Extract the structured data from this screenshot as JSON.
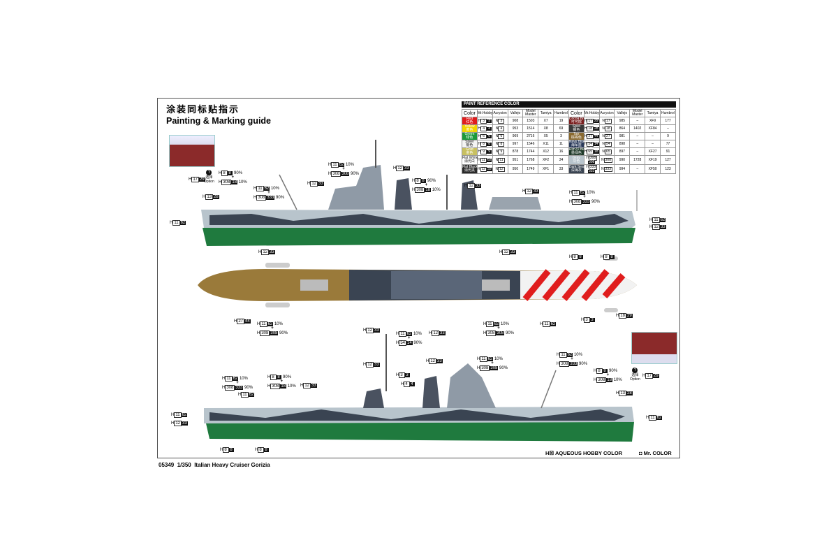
{
  "header": {
    "title_cn": "涂装同标贴指示",
    "title_en": "Painting & Marking guide"
  },
  "paint_table": {
    "title": "PAINT  REFERENCE COLOR",
    "columns": [
      "Color",
      "Mr.Hobby",
      "Acrysion",
      "Vallejo",
      "Model Master",
      "Tamiya",
      "Humbrol"
    ],
    "left": [
      {
        "name": "Red",
        "cn": "红色",
        "swatch": "#e01d1d",
        "h": [
          "3",
          "3"
        ],
        "n": "3",
        "vallejo": "908",
        "mm": "1503",
        "tamiya": "X7",
        "humbrol": "19"
      },
      {
        "name": "Yellow",
        "cn": "黄色",
        "swatch": "#f2d400",
        "h": [
          "4",
          "4"
        ],
        "n": "4",
        "vallejo": "953",
        "mm": "1514",
        "tamiya": "X8",
        "humbrol": "69"
      },
      {
        "name": "Green",
        "cn": "绿色",
        "swatch": "#1b9a3a",
        "h": [
          "6",
          "6"
        ],
        "n": "6",
        "vallejo": "969",
        "mm": "2716",
        "tamiya": "X5",
        "humbrol": "3"
      },
      {
        "name": "Silver",
        "cn": "银色",
        "swatch": "#f4f4f4",
        "h": [
          "8",
          "8"
        ],
        "n": "8",
        "vallejo": "997",
        "mm": "1546",
        "tamiya": "X11",
        "humbrol": "11"
      },
      {
        "name": "Gold",
        "cn": "金色",
        "swatch": "#c8c060",
        "h": [
          "9",
          "9"
        ],
        "n": "9",
        "vallejo": "878",
        "mm": "1744",
        "tamiya": "X12",
        "humbrol": "16"
      },
      {
        "name": "Flat White",
        "cn": "消光白",
        "swatch": "#ffffff",
        "h": [
          "11",
          "62"
        ],
        "n": "11",
        "vallejo": "951",
        "mm": "1768",
        "tamiya": "XF2",
        "humbrol": "34"
      },
      {
        "name": "Flat Black",
        "cn": "消光黑",
        "swatch": "#2a2a2a",
        "h": [
          "12",
          "33"
        ],
        "n": "12",
        "vallejo": "950",
        "mm": "1749",
        "tamiya": "XF1",
        "humbrol": "33"
      }
    ],
    "right": [
      {
        "name": "Cocoa Brown",
        "cn": "可可棕",
        "swatch": "#7a1f1f",
        "h": [
          "17",
          "29"
        ],
        "n": "17",
        "vallejo": "985",
        "mm": "–",
        "tamiya": "XF9",
        "humbrol": "177"
      },
      {
        "name": "Steel",
        "cn": "钢色",
        "swatch": "#3a3a3a",
        "h": [
          "18",
          "28"
        ],
        "n": "18",
        "vallejo": "864",
        "mm": "1402",
        "tamiya": "XF84",
        "humbrol": "–"
      },
      {
        "name": "Tan",
        "cn": "棕褐色",
        "swatch": "#8a6a30",
        "h": [
          "27",
          "44"
        ],
        "n": "27",
        "vallejo": "981",
        "mm": "–",
        "tamiya": "–",
        "humbrol": "9"
      },
      {
        "name": "Navy Blue",
        "cn": "海军蓝",
        "swatch": "#2a3a5a",
        "h": [
          "54",
          "14"
        ],
        "n": "54",
        "vallejo": "898",
        "mm": "–",
        "tamiya": "–",
        "humbrol": "77"
      },
      {
        "name": "Rlm70 Black Green",
        "cn": "墨绿色",
        "swatch": "#1f3a2a",
        "h": [
          "65",
          "18"
        ],
        "n": "65",
        "vallejo": "897",
        "mm": "–",
        "tamiya": "XF27",
        "humbrol": "91"
      },
      {
        "name": "Gray",
        "cn": "灰色",
        "swatch": "#b8c4cc",
        "h": [
          "308",
          "308"
        ],
        "n": "308",
        "vallejo": "990",
        "mm": "1728",
        "tamiya": "XF19",
        "humbrol": "127"
      },
      {
        "name": "Dark Seagray",
        "cn": "深海灰",
        "swatch": "#3a4452",
        "h": [
          "333",
          "333"
        ],
        "n": "333",
        "vallejo": "994",
        "mm": "–",
        "tamiya": "XF50",
        "humbrol": "123"
      }
    ]
  },
  "option": {
    "cn": "选择",
    "en": "Option"
  },
  "callouts": [
    {
      "lines": [
        [
          "17",
          "29",
          ""
        ]
      ]
    },
    {
      "lines": [
        [
          "8",
          "8",
          "90%"
        ],
        [
          "308",
          "18",
          "10%"
        ]
      ]
    },
    {
      "lines": [
        [
          "13",
          "28",
          ""
        ]
      ]
    },
    {
      "lines": [
        [
          "11",
          "62",
          ""
        ]
      ]
    },
    {
      "lines": [
        [
          "11",
          "62",
          "10%"
        ],
        [
          "308",
          "308",
          "90%"
        ]
      ]
    },
    {
      "lines": [
        [
          "12",
          "33",
          ""
        ]
      ]
    },
    {
      "lines": [
        [
          "11",
          "62",
          "10%"
        ],
        [
          "308",
          "333",
          "90%"
        ]
      ]
    },
    {
      "lines": [
        [
          "12",
          "33",
          ""
        ]
      ]
    },
    {
      "lines": [
        [
          "8",
          "8",
          "90%"
        ],
        [
          "308",
          "18",
          "10%"
        ]
      ]
    },
    {
      "lines": [
        [
          "12",
          "33",
          ""
        ]
      ]
    },
    {
      "lines": [
        [
          "12",
          "33",
          ""
        ]
      ]
    },
    {
      "lines": [
        [
          "11",
          "62",
          "10%"
        ],
        [
          "308",
          "333",
          "90%"
        ]
      ]
    },
    {
      "lines": [
        [
          "11",
          "62",
          ""
        ]
      ]
    },
    {
      "lines": [
        [
          "12",
          "33",
          ""
        ]
      ]
    },
    {
      "lines": [
        [
          "8",
          "8",
          ""
        ]
      ]
    },
    {
      "lines": [
        [
          "8",
          "8",
          ""
        ]
      ]
    },
    {
      "lines": [
        [
          "12",
          "33",
          ""
        ]
      ]
    },
    {
      "lines": [
        [
          "12",
          "33",
          ""
        ]
      ]
    },
    {
      "lines": [
        [
          "27",
          "44",
          ""
        ]
      ]
    },
    {
      "lines": [
        [
          "11",
          "62",
          "10%"
        ],
        [
          "308",
          "308",
          "90%"
        ]
      ]
    },
    {
      "lines": [
        [
          "12",
          "33",
          ""
        ]
      ]
    },
    {
      "lines": [
        [
          "11",
          "62",
          "10%"
        ],
        [
          "54",
          "14",
          "90%"
        ]
      ]
    },
    {
      "lines": [
        [
          "12",
          "33",
          ""
        ]
      ]
    },
    {
      "lines": [
        [
          "11",
          "62",
          "10%"
        ],
        [
          "308",
          "308",
          "90%"
        ]
      ]
    },
    {
      "lines": [
        [
          "11",
          "62",
          ""
        ]
      ]
    },
    {
      "lines": [
        [
          "3",
          "3",
          ""
        ]
      ]
    },
    {
      "lines": [
        [
          "18",
          "29",
          ""
        ]
      ]
    },
    {
      "lines": [
        [
          "12",
          "33",
          ""
        ]
      ]
    },
    {
      "lines": [
        [
          "3",
          "3",
          ""
        ]
      ]
    },
    {
      "lines": [
        [
          "12",
          "33",
          ""
        ]
      ]
    },
    {
      "lines": [
        [
          "4",
          "4",
          ""
        ]
      ]
    },
    {
      "lines": [
        [
          "11",
          "62",
          "10%"
        ],
        [
          "308",
          "308",
          "90%"
        ]
      ]
    },
    {
      "lines": [
        [
          "11",
          "62",
          "10%"
        ],
        [
          "308",
          "333",
          "90%"
        ]
      ]
    },
    {
      "lines": [
        [
          "11",
          "62",
          "10%"
        ],
        [
          "308",
          "333",
          "90%"
        ]
      ]
    },
    {
      "lines": [
        [
          "8",
          "8",
          "90%"
        ],
        [
          "308",
          "18",
          "10%"
        ]
      ]
    },
    {
      "lines": [
        [
          "12",
          "33",
          ""
        ]
      ]
    },
    {
      "lines": [
        [
          "11",
          "62",
          ""
        ]
      ]
    },
    {
      "lines": [
        [
          "11",
          "62",
          ""
        ]
      ]
    },
    {
      "lines": [
        [
          "12",
          "33",
          ""
        ]
      ]
    },
    {
      "lines": [
        [
          "8",
          "8",
          ""
        ]
      ]
    },
    {
      "lines": [
        [
          "8",
          "8",
          ""
        ]
      ]
    },
    {
      "lines": [
        [
          "8",
          "8",
          "90%"
        ],
        [
          "308",
          "18",
          "10%"
        ]
      ]
    },
    {
      "lines": [
        [
          "17",
          "29",
          ""
        ]
      ]
    },
    {
      "lines": [
        [
          "13",
          "28",
          ""
        ]
      ]
    },
    {
      "lines": [
        [
          "11",
          "62",
          ""
        ]
      ]
    }
  ],
  "legend": {
    "aqueous": "H☒ AQUEOUS HOBBY COLOR",
    "mr": "◘ Mr. COLOR"
  },
  "footer": {
    "code": "05349",
    "scale": "1/350",
    "name": "Italian Heavy Cruiser Gorizia"
  },
  "colors": {
    "hull_green": "#1f7a3e",
    "deck_tan": "#9a7a3a",
    "camo_dark": "#3a4452",
    "camo_light": "#b8c4cc",
    "stripe_red": "#e01d1d"
  }
}
